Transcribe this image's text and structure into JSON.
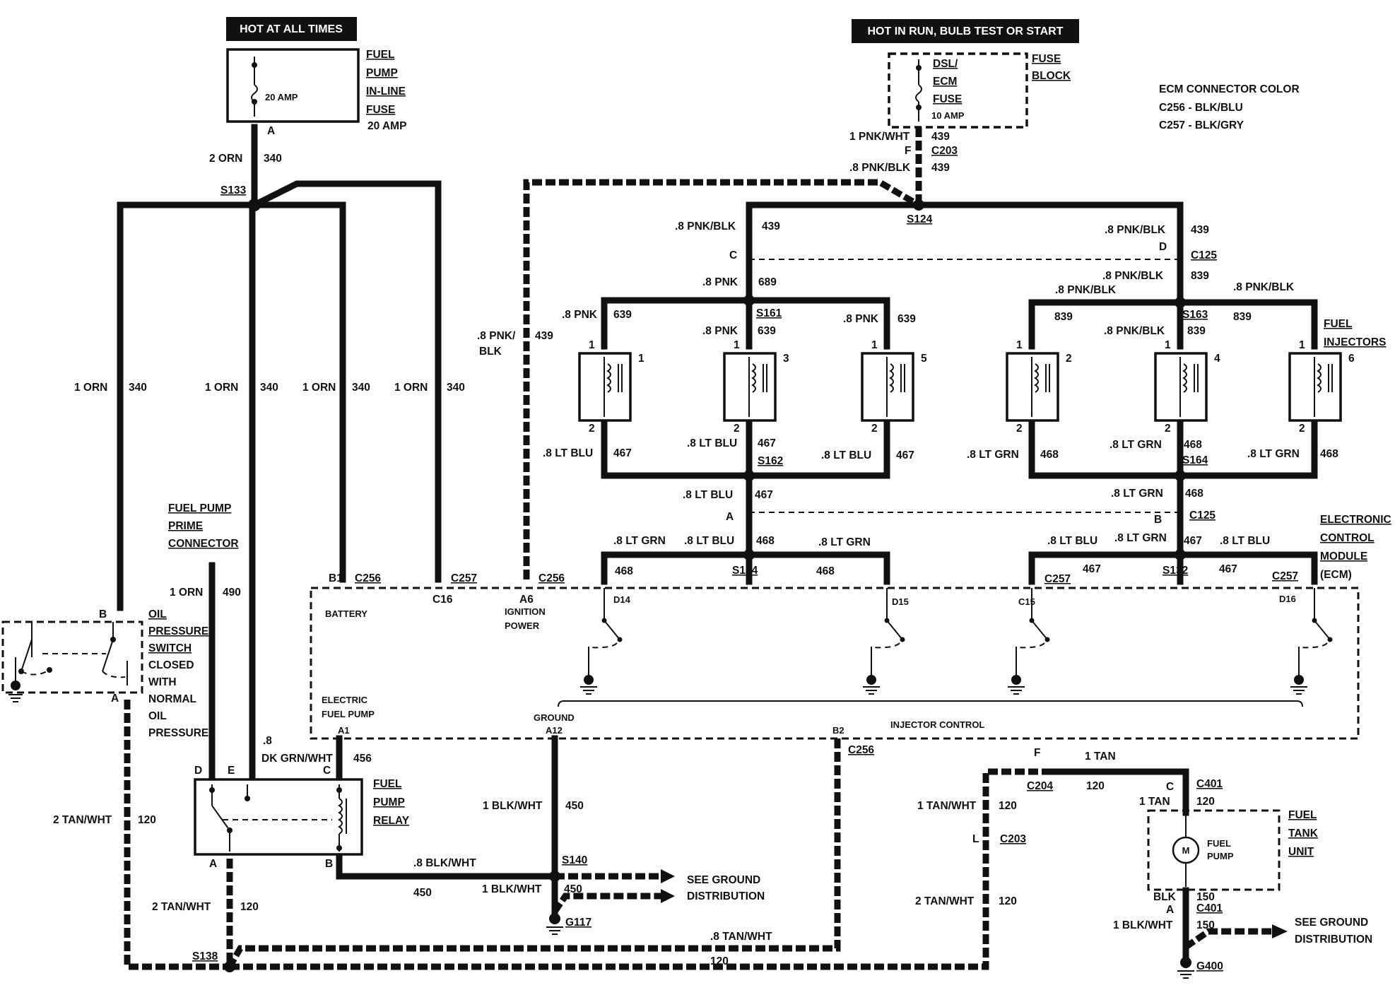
{
  "headers": {
    "hot_at_all_times": "HOT AT ALL TIMES",
    "hot_in_run": "HOT IN RUN, BULB TEST OR START"
  },
  "fuse_left": {
    "amp": "20 AMP",
    "label_lines": [
      "FUEL",
      "PUMP",
      "IN-LINE",
      "FUSE"
    ],
    "label_amp": "20 AMP",
    "terminal": "A"
  },
  "fuse_block": {
    "inner_lines": [
      "DSL/",
      "ECM",
      "FUSE"
    ],
    "amp": "10 AMP",
    "label_lines": [
      "FUSE",
      "BLOCK"
    ],
    "wire": "1 PNK/WHT",
    "circuit": "439",
    "pin": "F",
    "conn": "C203"
  },
  "ecm_colors": {
    "title": "ECM CONNECTOR COLOR",
    "line1": "C256 - BLK/BLU",
    "line2": "C257 - BLK/GRY"
  },
  "splices": {
    "s133": "S133",
    "s124": "S124",
    "s161": "S161",
    "s162": "S162",
    "s163": "S163",
    "s164": "S164",
    "s134": "S134",
    "s132": "S132",
    "s140": "S140",
    "s138": "S138",
    "g117": "G117",
    "g400": "G400"
  },
  "wires": {
    "orn2": "2 ORN",
    "orn1": "1 ORN",
    "c340": "340",
    "c490": "490",
    "pnkblk8": ".8 PNK/BLK",
    "c439": "439",
    "pnkslash": ".8 PNK/",
    "blk": "BLK",
    "pnk8": ".8 PNK",
    "c689": "689",
    "c639": "639",
    "c839": "839",
    "ltblu8": ".8 LT BLU",
    "c467": "467",
    "ltgrn8": ".8 LT GRN",
    "c468": "468",
    "dkgrn_a": ".8",
    "dkgrn_b": "DK GRN/WHT",
    "c456": "456",
    "blkwht1": "1 BLK/WHT",
    "blkwht8": ".8 BLK/WHT",
    "c450": "450",
    "tanwht2": "2 TAN/WHT",
    "tanwht1": "1 TAN/WHT",
    "tanwht8": ".8 TAN/WHT",
    "c120": "120",
    "tan1": "1 TAN",
    "blk_label": "BLK",
    "c150": "150"
  },
  "connectors": {
    "c256": "C256",
    "c257": "C257",
    "c125": "C125",
    "c203": "C203",
    "c204": "C204",
    "c401": "C401"
  },
  "pins": {
    "a": "A",
    "b": "B",
    "c": "C",
    "d": "D",
    "e": "E",
    "f": "F",
    "l": "L",
    "b1": "B1",
    "c16": "C16",
    "a6": "A6",
    "d14": "D14",
    "d15": "D15",
    "c15": "C15",
    "d16": "D16",
    "a1": "A1",
    "a12": "A12",
    "b2": "B2",
    "one": "1",
    "two": "2"
  },
  "injectors": [
    "1",
    "3",
    "5",
    "2",
    "4",
    "6"
  ],
  "injectors_label": [
    "FUEL",
    "INJECTORS"
  ],
  "ecm": {
    "label": [
      "ELECTRONIC",
      "CONTROL",
      "MODULE",
      "(ECM)"
    ],
    "battery": "BATTERY",
    "ign": [
      "IGNITION",
      "POWER"
    ],
    "efp": [
      "ELECTRIC",
      "FUEL PUMP"
    ],
    "ground": "GROUND",
    "injector_control": "INJECTOR CONTROL"
  },
  "prime": [
    "FUEL PUMP",
    "PRIME",
    "CONNECTOR"
  ],
  "oil": [
    "OIL",
    "PRESSURE",
    "SWITCH",
    "CLOSED",
    "WITH",
    "NORMAL",
    "OIL",
    "PRESSURE"
  ],
  "relay": [
    "FUEL",
    "PUMP",
    "RELAY"
  ],
  "tank": [
    "FUEL",
    "TANK",
    "UNIT"
  ],
  "pump": [
    "FUEL",
    "PUMP"
  ],
  "motor": "M",
  "see_ground": [
    "SEE GROUND",
    "DISTRIBUTION"
  ]
}
